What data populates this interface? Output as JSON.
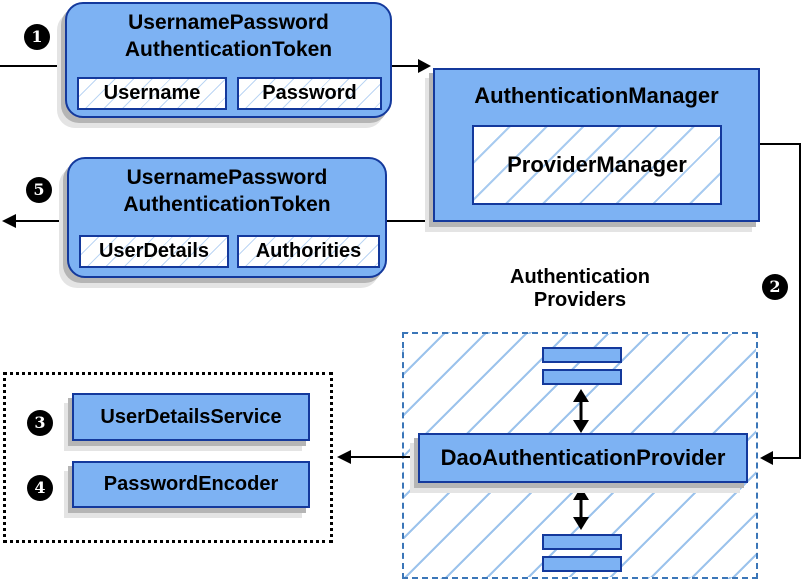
{
  "request_token": {
    "title_line1": "UsernamePassword",
    "title_line2": "AuthenticationToken",
    "field1": "Username",
    "field2": "Password"
  },
  "auth_manager": {
    "title": "AuthenticationManager",
    "inner": "ProviderManager"
  },
  "result_token": {
    "title_line1": "UsernamePassword",
    "title_line2": "AuthenticationToken",
    "field1": "UserDetails",
    "field2": "Authorities"
  },
  "providers": {
    "title_line1": "Authentication",
    "title_line2": "Providers",
    "provider": "DaoAuthenticationProvider"
  },
  "services": {
    "item1": "UserDetailsService",
    "item2": "PasswordEncoder"
  },
  "steps": {
    "one": "1",
    "two": "2",
    "three": "3",
    "four": "4",
    "five": "5"
  },
  "colors": {
    "node_fill": "#7db2f3",
    "node_border": "#14399c",
    "hatch_line": "#9cc3ec",
    "dashed_border": "#3b76b8",
    "shadow": "#b5b5b5",
    "connector": "#000000"
  }
}
